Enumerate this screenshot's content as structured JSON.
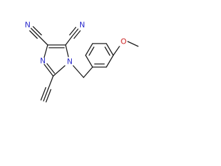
{
  "molecule": {
    "atoms": {
      "n_nitrile_left": {
        "text": "N",
        "color": "#2b2bcc"
      },
      "n_nitrile_right": {
        "text": "N",
        "color": "#2b2bcc"
      },
      "n_ring_left": {
        "text": "N",
        "color": "#2b2bcc"
      },
      "n_ring_right": {
        "text": "N",
        "color": "#2b2bcc"
      },
      "o_methoxy": {
        "text": "O",
        "color": "#cc2222"
      }
    },
    "bond_color": "#1a1a1a",
    "background": "#ffffff"
  }
}
